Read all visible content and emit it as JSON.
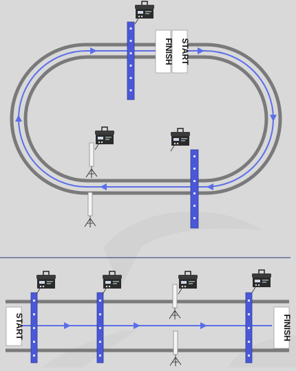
{
  "oval": {
    "start_label": "START",
    "finish_label": "FINISH"
  },
  "straight": {
    "start_label": "START",
    "finish_label": "FINISH"
  },
  "colors": {
    "background": "#d9d9d9",
    "track": "#7a7a7a",
    "route": "#5b6ee8",
    "antenna": "#4a58d8",
    "divider": "#2b3170",
    "decoder": "#2a2a2a"
  },
  "icons": {
    "decoder": "timing-decoder-icon",
    "tripod": "tripod-antenna-icon",
    "arrow": "direction-arrow-icon"
  }
}
